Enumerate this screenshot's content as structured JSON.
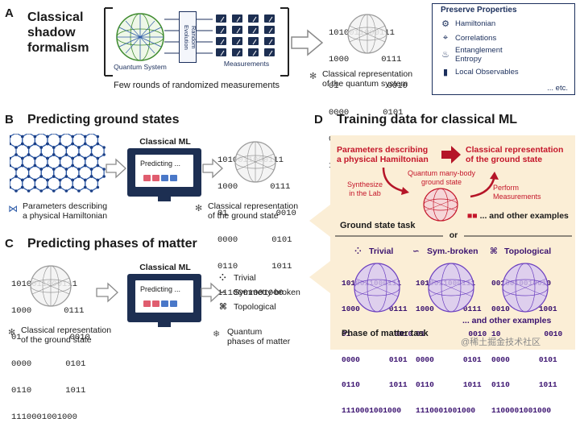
{
  "panelA": {
    "letter": "A",
    "title_lines": [
      "Classical",
      "shadow",
      "formalism"
    ],
    "quantum_system_label": "Quantum System",
    "random_evolution_label": "Random Evolution",
    "measurements_label": "Measurements",
    "caption": "Few rounds of randomized measurements",
    "bits": [
      "1010011000111",
      "1000",
      "01",
      "0000",
      "0110",
      "1110001001000"
    ],
    "classical_rep_label": [
      "Classical representation",
      "of the quantum system"
    ],
    "preserve": {
      "title": "Preserve Properties",
      "items": [
        {
          "icon": "gear-icon",
          "glyph": "⚙",
          "label": "Hamiltonian"
        },
        {
          "icon": "correlations-icon",
          "glyph": "⌖",
          "label": "Correlations"
        },
        {
          "icon": "flame-icon",
          "glyph": "♨",
          "label": "Entanglement Entropy"
        },
        {
          "icon": "bar-chart-icon",
          "glyph": "▮",
          "label": "Local Observables"
        }
      ],
      "etc": "... etc."
    }
  },
  "panelB": {
    "letter": "B",
    "title": "Predicting ground states",
    "ml_label": "Classical ML",
    "predicting": "Predicting ...",
    "params_label": [
      "Parameters describing",
      "a physical Hamiltonian"
    ],
    "bits": [
      "1010011000111",
      "1000",
      "01",
      "0000",
      "0110",
      "1110001001000"
    ],
    "ground_label": [
      "Classical representation",
      "of the ground state"
    ]
  },
  "panelC": {
    "letter": "C",
    "title": "Predicting phases of matter",
    "ml_label": "Classical ML",
    "predicting": "Predicting ...",
    "bits": [
      "1010011000111",
      "1000",
      "01",
      "0000",
      "0110",
      "1110001001000"
    ],
    "ground_label": [
      "Classical representation",
      "of the ground state"
    ],
    "phases": [
      {
        "icon": "dots-icon",
        "glyph": "⁘",
        "label": "Trivial"
      },
      {
        "icon": "swirl-icon",
        "glyph": "∽",
        "label": "Symmetry-broken"
      },
      {
        "icon": "knot-icon",
        "glyph": "⌘",
        "label": "Topological"
      }
    ],
    "quantum_phases_label": [
      "Quantum",
      "phases of matter"
    ]
  },
  "panelD": {
    "letter": "D",
    "title": "Training data for classical ML",
    "params": [
      "Parameters describing",
      "a physical Hamiltonian"
    ],
    "classical_rep": [
      "Classical representation",
      "of the ground state"
    ],
    "synthesize": [
      "Synthesize",
      "in the Lab"
    ],
    "many_body": [
      "Quantum many-body",
      "ground state"
    ],
    "perform": [
      "Perform",
      "Measurements"
    ],
    "other_examples": "... and other examples",
    "ground_task": "Ground state task",
    "or": "or",
    "phase_labels": [
      {
        "icon": "dots-icon",
        "glyph": "⁘",
        "label": "Trivial"
      },
      {
        "icon": "swirl-icon",
        "glyph": "∽",
        "label": "Sym.-broken"
      },
      {
        "icon": "knot-icon",
        "glyph": "⌘",
        "label": "Topological"
      }
    ],
    "bits": [
      "1010011000111",
      "1000",
      "01",
      "0000",
      "0110",
      "1110001001000"
    ],
    "bits3": [
      "0010010010010",
      "0010",
      "10",
      "0000",
      "0110",
      "1100001001000"
    ],
    "other_examples2": "... and other examples",
    "phase_task": "Phase of matter task"
  },
  "watermark": "@稀土掘金技术社区"
}
